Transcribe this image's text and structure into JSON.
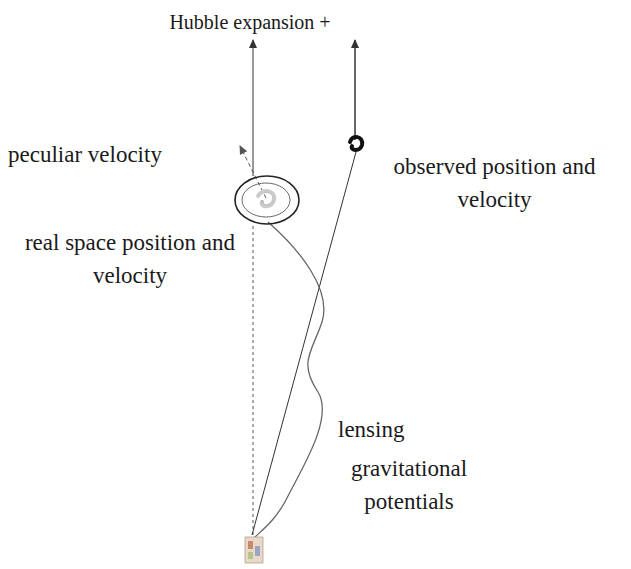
{
  "diagram": {
    "labels": [
      "Hubble expansion +",
      "peculiar velocity",
      "observed position and velocity",
      "real space position and velocity",
      "lensing",
      "gravitational potentials"
    ]
  }
}
